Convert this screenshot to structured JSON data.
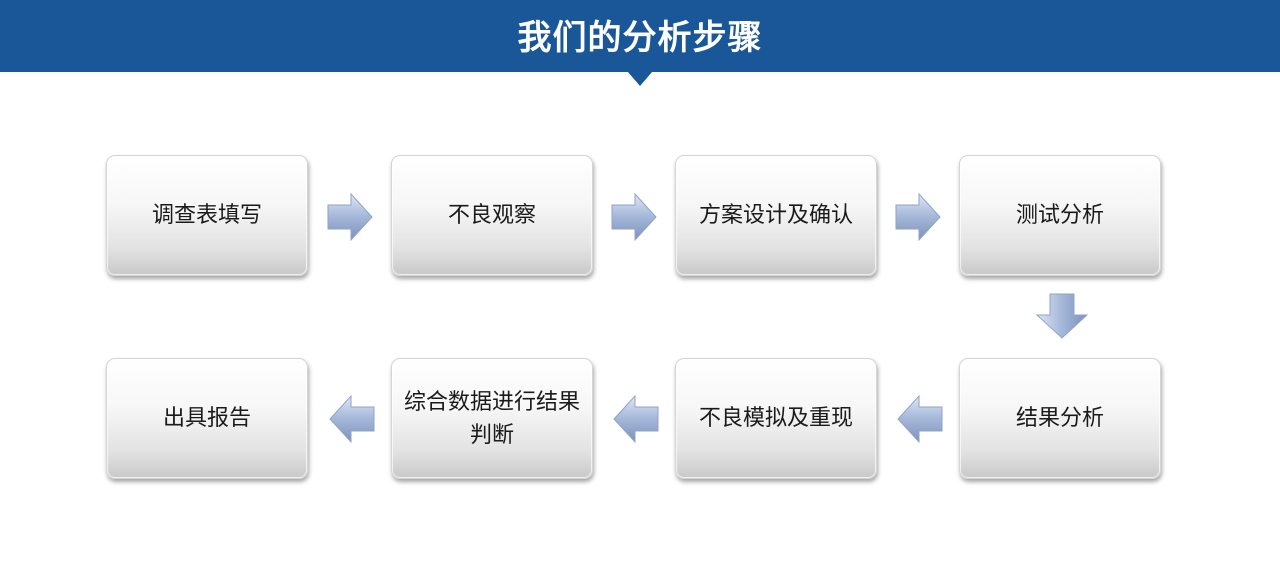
{
  "header": {
    "title": "我们的分析步骤",
    "background_color": "#1a5799",
    "title_color": "#ffffff"
  },
  "flow": {
    "top_row": [
      {
        "label": "调查表填写"
      },
      {
        "label": "不良观察"
      },
      {
        "label": "方案设计及确认"
      },
      {
        "label": "测试分析"
      }
    ],
    "bottom_row": [
      {
        "label": "出具报告"
      },
      {
        "label": "综合数据进行结果判断"
      },
      {
        "label": "不良模拟及重现"
      },
      {
        "label": "结果分析"
      }
    ],
    "arrow_color": "#9aaed2",
    "box_text_color": "#1a1a1a"
  }
}
